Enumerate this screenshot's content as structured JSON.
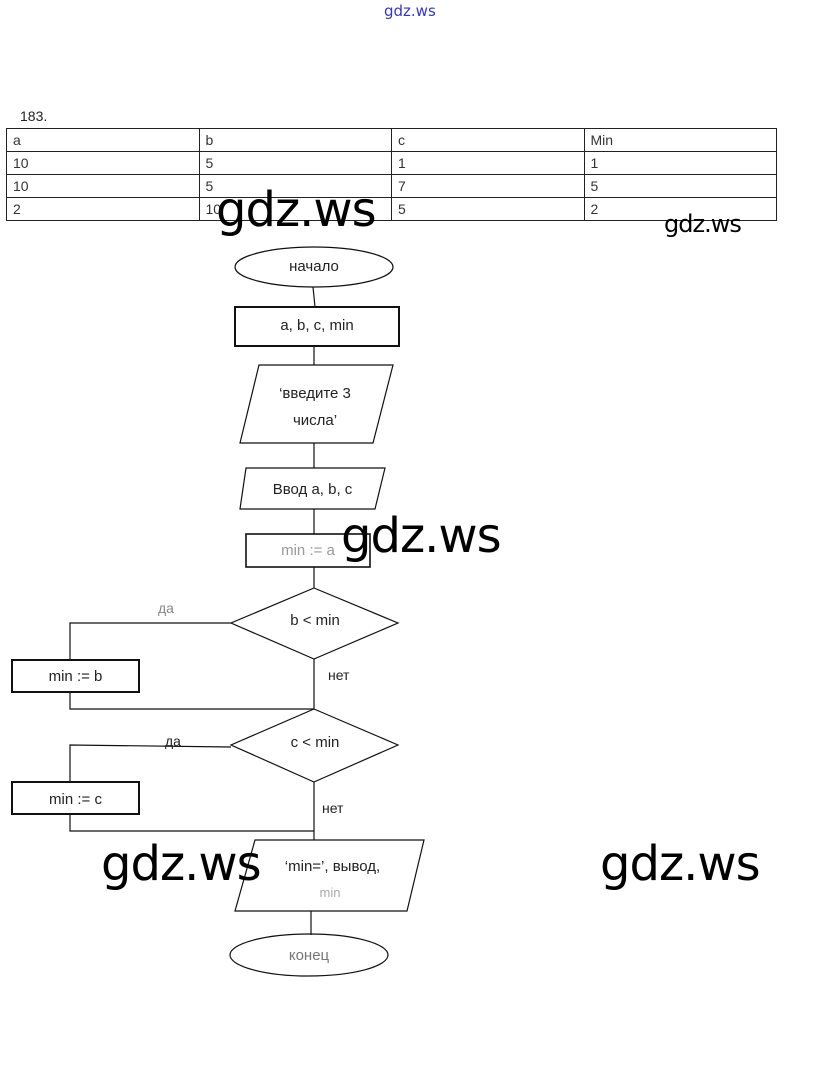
{
  "watermark_top": "gdz.ws",
  "task_number": "183.",
  "table": {
    "headers": [
      "a",
      "b",
      "c",
      "Min"
    ],
    "rows": [
      [
        "10",
        "5",
        "1",
        "1"
      ],
      [
        "10",
        "5",
        "7",
        "5"
      ],
      [
        "2",
        "10",
        "5",
        "2"
      ]
    ]
  },
  "flowchart": {
    "start": "начало",
    "declare": "a, b, c, min",
    "prompt_line1": "‘введите 3",
    "prompt_line2": "числа’",
    "input": "Ввод a, b, c",
    "init": "min := a",
    "cond1": "b < min",
    "cond1_yes": "да",
    "cond1_no": "нет",
    "assign1": "min := b",
    "cond2": "c < min",
    "cond2_yes": "да",
    "cond2_no": "нет",
    "assign2": "min := c",
    "output_line1": "‘min=’, вывод,",
    "output_line2": "min",
    "end": "конец"
  },
  "watermarks": [
    "gdz.ws",
    "gdz.ws",
    "gdz.ws",
    "gdz.ws",
    "gdz.ws"
  ]
}
